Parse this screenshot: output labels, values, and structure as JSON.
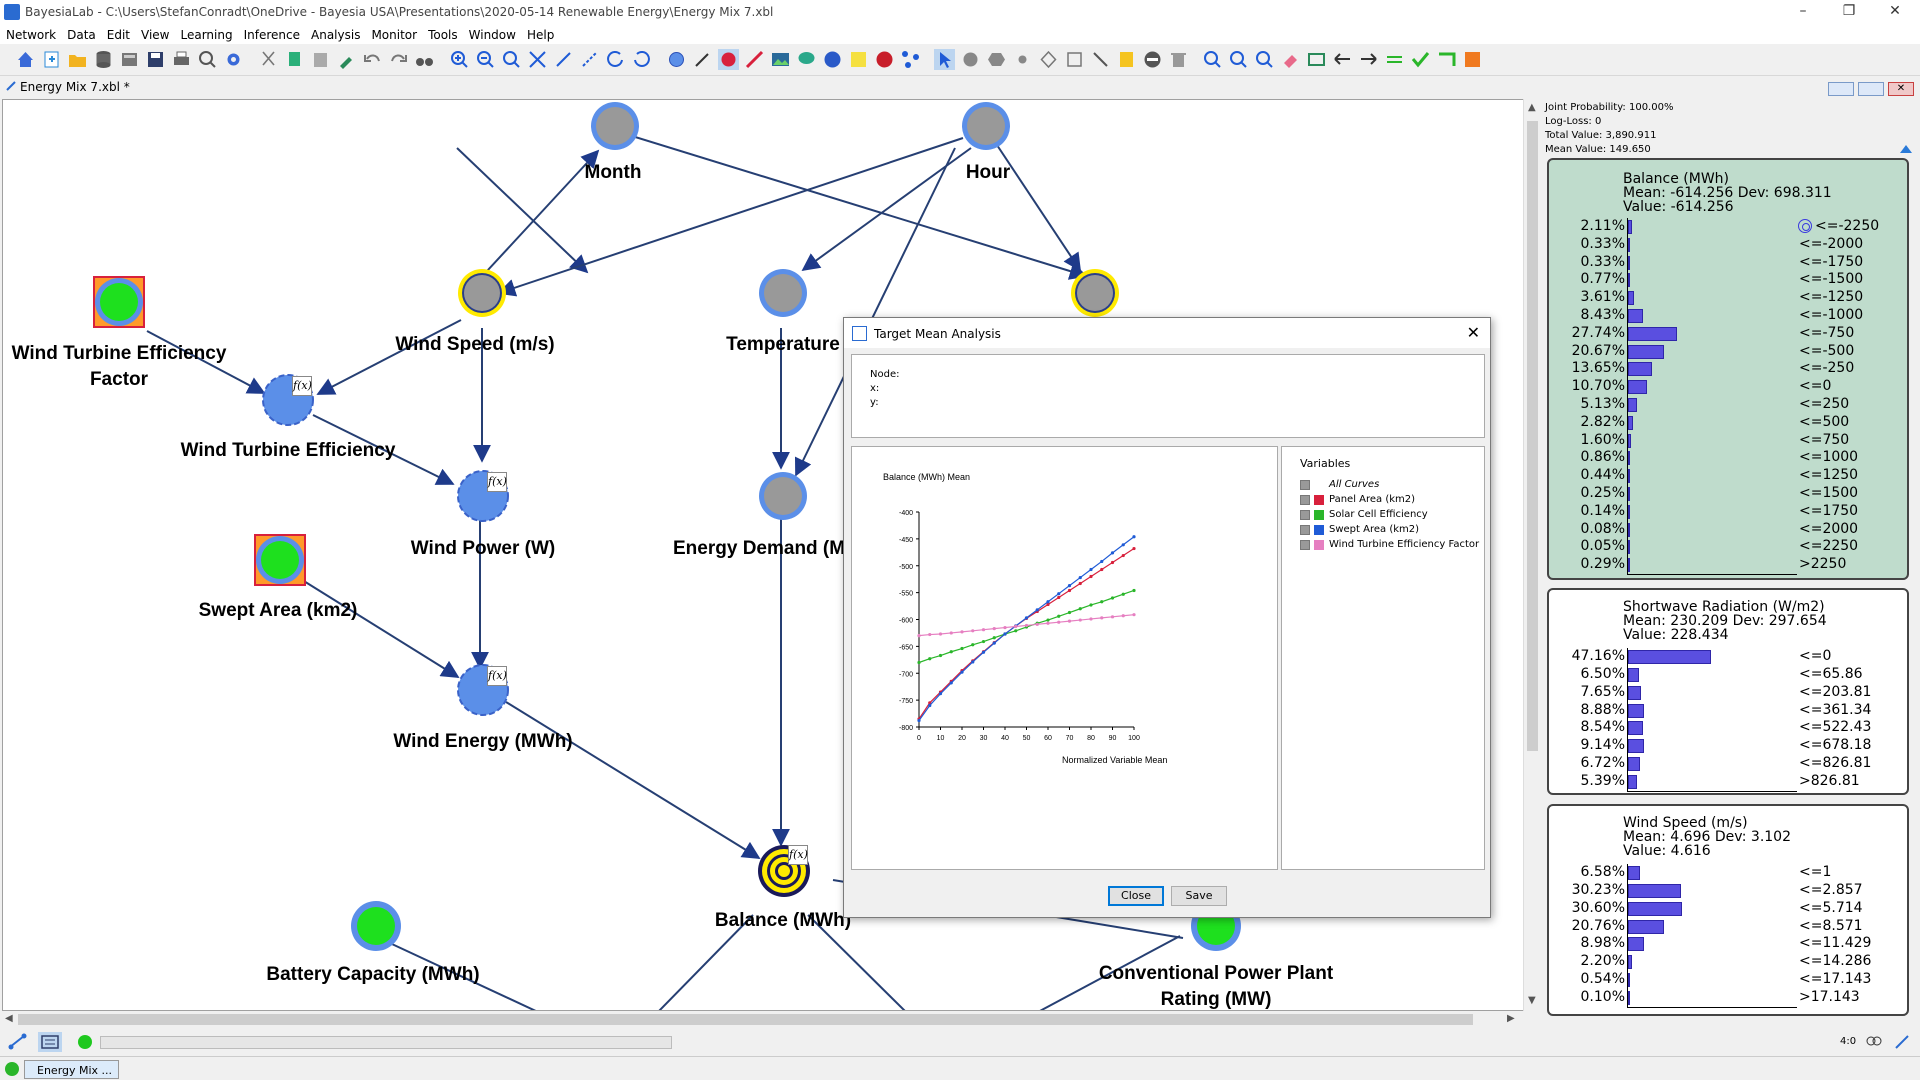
{
  "window": {
    "title": "BayesiaLab - C:\\Users\\StefanConradt\\OneDrive - Bayesia USA\\Presentations\\2020-05-14 Renewable Energy\\Energy Mix 7.xbl",
    "minimize": "–",
    "restore": "❐",
    "close": "✕"
  },
  "menu": [
    "Network",
    "Data",
    "Edit",
    "View",
    "Learning",
    "Inference",
    "Analysis",
    "Monitor",
    "Tools",
    "Window",
    "Help"
  ],
  "document_tab": "Energy Mix 7.xbl *",
  "graph": {
    "nodes": {
      "month": "Month",
      "hour": "Hour",
      "wind_speed": "Wind Speed (m/s)",
      "temperature": "Temperature",
      "wind_turbine_efficiency_factor": "Wind Turbine Efficiency Factor",
      "wind_turbine_efficiency": "Wind Turbine Efficiency",
      "wind_power": "Wind Power (W)",
      "energy_demand": "Energy Demand (M",
      "swept_area": "Swept Area (km2)",
      "wind_energy": "Wind Energy (MWh)",
      "balance": "Balance (MWh)",
      "battery_capacity": "Battery Capacity (MWh)",
      "conventional_power_plant": "Conventional Power Plant Rating (MW)"
    },
    "fx_label": "f(x)"
  },
  "monitor": {
    "joint_probability": "Joint Probability: 100.00%",
    "log_loss": "Log-Loss: 0",
    "total_value": "Total Value: 3,890.911",
    "mean_value": "Mean Value: 149.650",
    "cards": [
      {
        "title": "Balance (MWh)",
        "stats": "Mean: -614.256 Dev: 698.311",
        "value": "Value: -614.256",
        "rows": [
          {
            "pct": "2.11%",
            "p": 2.11,
            "label": "<=-2250",
            "target": true
          },
          {
            "pct": "0.33%",
            "p": 0.33,
            "label": "<=-2000"
          },
          {
            "pct": "0.33%",
            "p": 0.33,
            "label": "<=-1750"
          },
          {
            "pct": "0.77%",
            "p": 0.77,
            "label": "<=-1500"
          },
          {
            "pct": "3.61%",
            "p": 3.61,
            "label": "<=-1250"
          },
          {
            "pct": "8.43%",
            "p": 8.43,
            "label": "<=-1000"
          },
          {
            "pct": "27.74%",
            "p": 27.74,
            "label": "<=-750"
          },
          {
            "pct": "20.67%",
            "p": 20.67,
            "label": "<=-500"
          },
          {
            "pct": "13.65%",
            "p": 13.65,
            "label": "<=-250"
          },
          {
            "pct": "10.70%",
            "p": 10.7,
            "label": "<=0"
          },
          {
            "pct": "5.13%",
            "p": 5.13,
            "label": "<=250"
          },
          {
            "pct": "2.82%",
            "p": 2.82,
            "label": "<=500"
          },
          {
            "pct": "1.60%",
            "p": 1.6,
            "label": "<=750"
          },
          {
            "pct": "0.86%",
            "p": 0.86,
            "label": "<=1000"
          },
          {
            "pct": "0.44%",
            "p": 0.44,
            "label": "<=1250"
          },
          {
            "pct": "0.25%",
            "p": 0.25,
            "label": "<=1500"
          },
          {
            "pct": "0.14%",
            "p": 0.14,
            "label": "<=1750"
          },
          {
            "pct": "0.08%",
            "p": 0.08,
            "label": "<=2000"
          },
          {
            "pct": "0.05%",
            "p": 0.05,
            "label": "<=2250"
          },
          {
            "pct": "0.29%",
            "p": 0.29,
            "label": ">2250"
          }
        ]
      },
      {
        "title": "Shortwave Radiation (W/m2)",
        "stats": "Mean: 230.209 Dev: 297.654",
        "value": "Value: 228.434",
        "rows": [
          {
            "pct": "47.16%",
            "p": 47.16,
            "label": "<=0"
          },
          {
            "pct": "6.50%",
            "p": 6.5,
            "label": "<=65.86"
          },
          {
            "pct": "7.65%",
            "p": 7.65,
            "label": "<=203.81"
          },
          {
            "pct": "8.88%",
            "p": 8.88,
            "label": "<=361.34"
          },
          {
            "pct": "8.54%",
            "p": 8.54,
            "label": "<=522.43"
          },
          {
            "pct": "9.14%",
            "p": 9.14,
            "label": "<=678.18"
          },
          {
            "pct": "6.72%",
            "p": 6.72,
            "label": "<=826.81"
          },
          {
            "pct": "5.39%",
            "p": 5.39,
            "label": ">826.81"
          }
        ]
      },
      {
        "title": "Wind Speed (m/s)",
        "stats": "Mean: 4.696 Dev: 3.102",
        "value": "Value: 4.616",
        "rows": [
          {
            "pct": "6.58%",
            "p": 6.58,
            "label": "<=1"
          },
          {
            "pct": "30.23%",
            "p": 30.23,
            "label": "<=2.857"
          },
          {
            "pct": "30.60%",
            "p": 30.6,
            "label": "<=5.714"
          },
          {
            "pct": "20.76%",
            "p": 20.76,
            "label": "<=8.571"
          },
          {
            "pct": "8.98%",
            "p": 8.98,
            "label": "<=11.429"
          },
          {
            "pct": "2.20%",
            "p": 2.2,
            "label": "<=14.286"
          },
          {
            "pct": "0.54%",
            "p": 0.54,
            "label": "<=17.143"
          },
          {
            "pct": "0.10%",
            "p": 0.1,
            "label": ">17.143"
          }
        ]
      }
    ]
  },
  "dialog": {
    "title": "Target Mean Analysis",
    "node_label": "Node:",
    "x_label": "x:",
    "y_label": "y:",
    "variables_header": "Variables",
    "close_button": "Close",
    "save_button": "Save",
    "variables": [
      {
        "name": "All Curves",
        "color": "#999999",
        "italic": true
      },
      {
        "name": "Panel Area (km2)",
        "color": "#d8203c"
      },
      {
        "name": "Solar Cell Efficiency",
        "color": "#2ab62a"
      },
      {
        "name": "Swept Area (km2)",
        "color": "#1f5bd6"
      },
      {
        "name": "Wind Turbine Efficiency Factor",
        "color": "#e67fc1"
      }
    ]
  },
  "chart_data": {
    "type": "line",
    "title": "",
    "ylabel": "Balance (MWh) Mean",
    "xlabel": "Normalized Variable Mean",
    "xlim": [
      0,
      100
    ],
    "ylim": [
      -800,
      -400
    ],
    "xticks": [
      0,
      10,
      20,
      30,
      40,
      50,
      60,
      70,
      80,
      90,
      100
    ],
    "yticks": [
      -400,
      -450,
      -500,
      -550,
      -600,
      -650,
      -700,
      -750,
      -800
    ],
    "x": [
      0,
      5,
      10,
      15,
      20,
      25,
      30,
      35,
      40,
      45,
      50,
      55,
      60,
      65,
      70,
      75,
      80,
      85,
      90,
      95,
      100
    ],
    "series": [
      {
        "name": "Panel Area (km2)",
        "color": "#d8203c",
        "values": [
          -785,
          -755,
          -735,
          -715,
          -695,
          -677,
          -660,
          -643,
          -627,
          -612,
          -598,
          -585,
          -572,
          -559,
          -546,
          -533,
          -520,
          -507,
          -494,
          -481,
          -468
        ]
      },
      {
        "name": "Solar Cell Efficiency",
        "color": "#2ab62a",
        "values": [
          -680,
          -673,
          -667,
          -660,
          -654,
          -647,
          -641,
          -634,
          -627,
          -621,
          -614,
          -607,
          -601,
          -594,
          -587,
          -580,
          -573,
          -567,
          -560,
          -553,
          -546
        ]
      },
      {
        "name": "Swept Area (km2)",
        "color": "#1f5bd6",
        "values": [
          -788,
          -760,
          -738,
          -718,
          -698,
          -679,
          -661,
          -644,
          -627,
          -612,
          -597,
          -582,
          -567,
          -552,
          -537,
          -522,
          -507,
          -492,
          -476,
          -461,
          -446
        ]
      },
      {
        "name": "Wind Turbine Efficiency Factor",
        "color": "#e67fc1",
        "values": [
          -630,
          -628,
          -627,
          -625,
          -623,
          -621,
          -619,
          -617,
          -615,
          -613,
          -611,
          -609,
          -607,
          -605,
          -603,
          -601,
          -599,
          -597,
          -595,
          -593,
          -591
        ]
      }
    ]
  },
  "statusbar": {
    "zoom": "4:0"
  },
  "taskbar": {
    "task": "Energy Mix ..."
  }
}
